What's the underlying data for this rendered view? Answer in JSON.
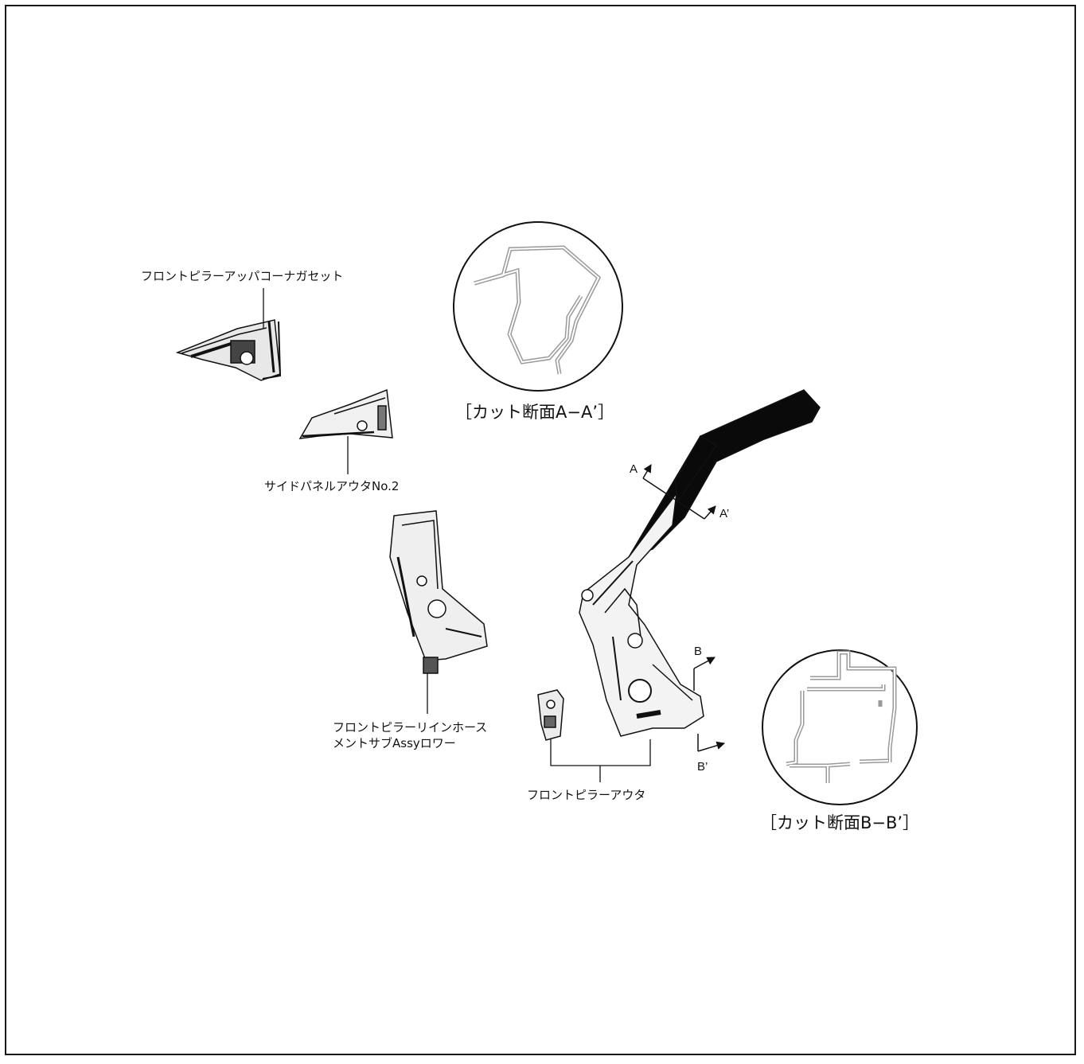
{
  "parts": {
    "upper_corner_gusset": "フロントピラーアッパコーナガセット",
    "side_panel_outer_no2": "サイドパネルアウタNo.2",
    "reinforcement_lower_line1": "フロントピラーリインホース",
    "reinforcement_lower_line2": "メントサブAssyロワー",
    "pillar_outer": "フロントピラーアウタ"
  },
  "sections": {
    "aa_caption": "［カット断面A−A’］",
    "bb_caption": "［カット断面B−B’］"
  },
  "cut_markers": {
    "a": "A",
    "a_prime": "A’",
    "b": "B",
    "b_prime": "B’"
  },
  "colors": {
    "line": "#111111",
    "section_gray": "#999999",
    "fill_black": "#0a0a0a"
  }
}
